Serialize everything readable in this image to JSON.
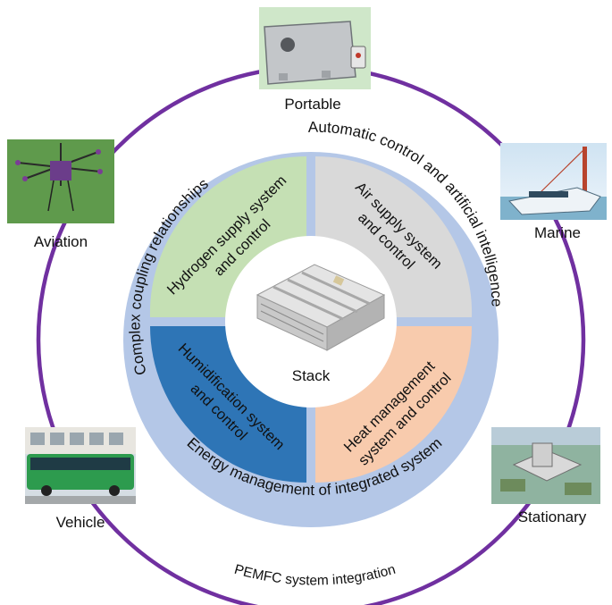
{
  "colors": {
    "outer_ring": "#7030a0",
    "middle_ring": "#b4c7e7",
    "hydrogen": "#c5e0b4",
    "air": "#d9d9d9",
    "humidification": "#2e75b6",
    "heat": "#f8cbad"
  },
  "integration_label": "PEMFC system integration",
  "applications": [
    {
      "label": "Portable",
      "icon": "portable-case-photo"
    },
    {
      "label": "Marine",
      "icon": "marine-ferry-photo"
    },
    {
      "label": "Stationary",
      "icon": "stationary-plant-photo"
    },
    {
      "label": "Vehicle",
      "icon": "bus-photo"
    },
    {
      "label": "Aviation",
      "icon": "drone-photo"
    }
  ],
  "ring_labels": {
    "top_right": "Automatic control and artificial intelligence",
    "left": "Complex coupling relationships",
    "bottom": "Energy management of integrated system"
  },
  "subsystems": {
    "hydrogen": [
      "Hydrogen supply system",
      "and control"
    ],
    "air": [
      "Air supply system",
      "and control"
    ],
    "humidification": [
      "Humidification system",
      "and control"
    ],
    "heat": [
      "Heat management",
      "system and control"
    ]
  },
  "center": {
    "label": "Stack",
    "icon": "fuel-cell-stack-image"
  }
}
